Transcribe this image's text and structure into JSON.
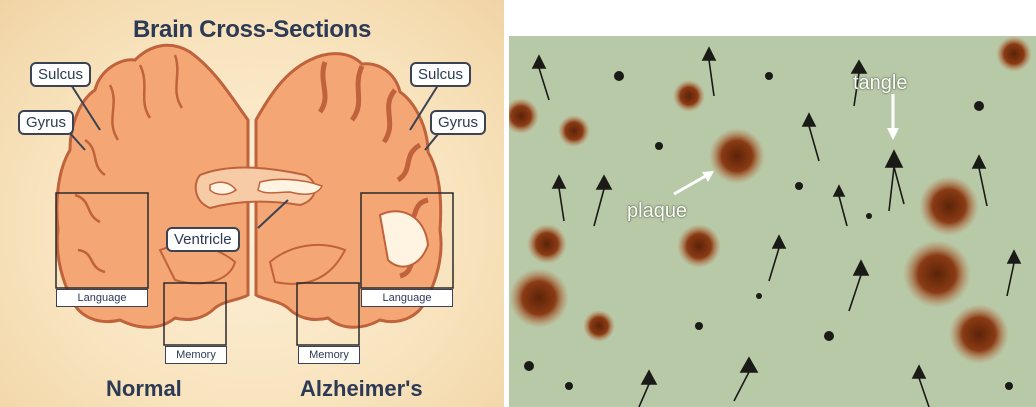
{
  "brain_diagram": {
    "title": "Brain Cross-Sections",
    "labels": {
      "sulcus_left": "Sulcus",
      "gyrus_left": "Gyrus",
      "sulcus_right": "Sulcus",
      "gyrus_right": "Gyrus",
      "ventricle": "Ventricle",
      "language_left": "Language",
      "language_right": "Language",
      "memory_left": "Memory",
      "memory_right": "Memory"
    },
    "normal_label": "Normal",
    "alzheimers_label": "Alzheimer's",
    "colors": {
      "tissue": "#f4a775",
      "tissue_outline": "#c0623c",
      "background": "#f8e3bd",
      "text": "#2c3a56"
    }
  },
  "micrograph": {
    "plaque_label": "plaque",
    "tangle_label": "tangle",
    "colors": {
      "background": "#b8c9a8",
      "plaque": "#8a3b14",
      "tangle": "#1a1a16"
    }
  }
}
